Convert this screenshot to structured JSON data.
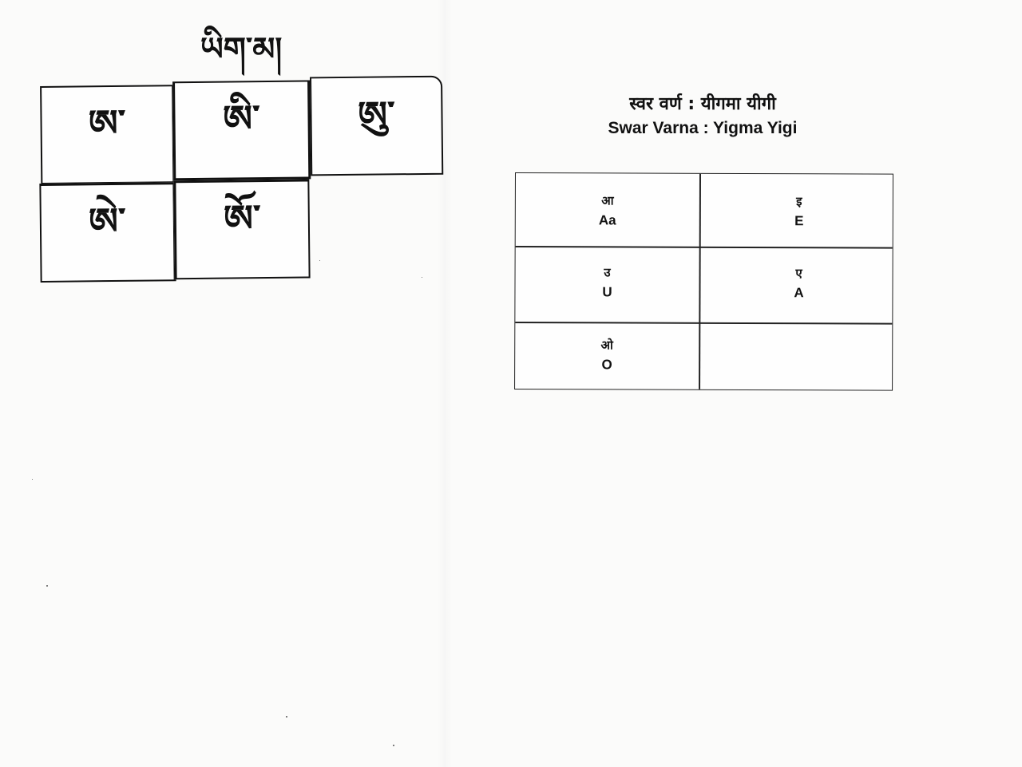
{
  "tibetan": {
    "title": "ཡིག་མ།",
    "cells": [
      {
        "letter": "ཨ་"
      },
      {
        "letter": "ཨི་"
      },
      {
        "letter": "ཨུ་"
      },
      {
        "letter": "ཨེ་"
      },
      {
        "letter": "ཨོ་"
      }
    ]
  },
  "heading": {
    "hindi": "स्वर वर्ण  : यीगमा यीगी",
    "english": "Swar Varna : Yigma Yigi"
  },
  "vowel_table": {
    "rows": [
      [
        {
          "devanagari": "आ",
          "roman": "Aa"
        },
        {
          "devanagari": "इ",
          "roman": "E"
        }
      ],
      [
        {
          "devanagari": "उ",
          "roman": "U"
        },
        {
          "devanagari": "ए",
          "roman": "A"
        }
      ],
      [
        {
          "devanagari": "ओ",
          "roman": "O"
        },
        {
          "devanagari": "",
          "roman": ""
        }
      ]
    ]
  }
}
